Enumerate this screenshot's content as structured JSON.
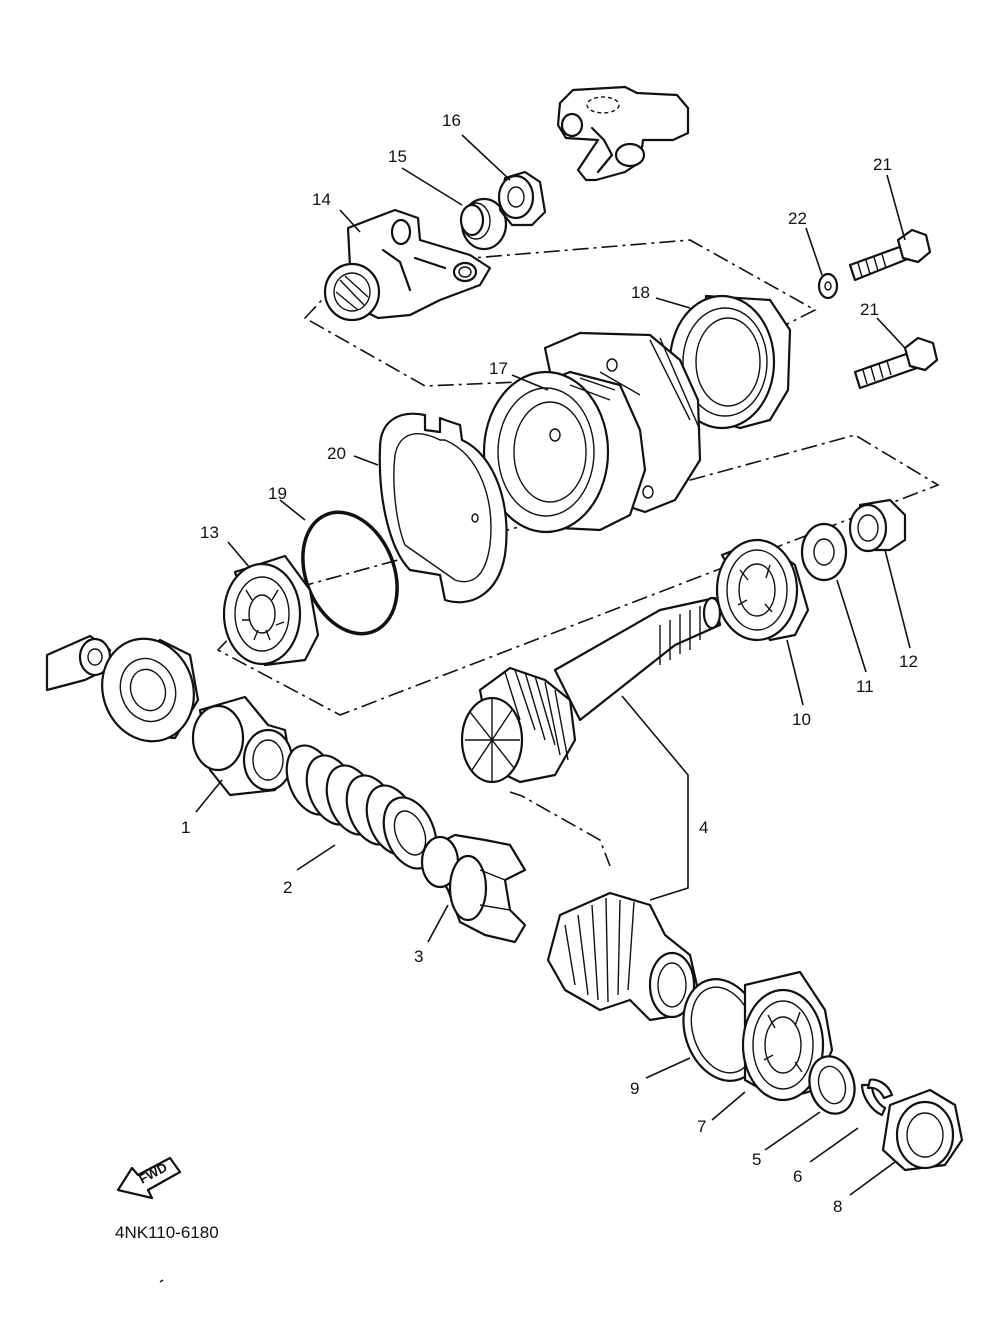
{
  "diagram": {
    "part_code": "4NK110-6180",
    "fwd_label": "FWD",
    "callouts": [
      {
        "id": "c1",
        "label": "1"
      },
      {
        "id": "c2",
        "label": "2"
      },
      {
        "id": "c3",
        "label": "3"
      },
      {
        "id": "c4",
        "label": "4"
      },
      {
        "id": "c5",
        "label": "5"
      },
      {
        "id": "c6",
        "label": "6"
      },
      {
        "id": "c7",
        "label": "7"
      },
      {
        "id": "c8",
        "label": "8"
      },
      {
        "id": "c9",
        "label": "9"
      },
      {
        "id": "c10",
        "label": "10"
      },
      {
        "id": "c11",
        "label": "11"
      },
      {
        "id": "c12",
        "label": "12"
      },
      {
        "id": "c13",
        "label": "13"
      },
      {
        "id": "c14",
        "label": "14"
      },
      {
        "id": "c15",
        "label": "15"
      },
      {
        "id": "c16",
        "label": "16"
      },
      {
        "id": "c17",
        "label": "17"
      },
      {
        "id": "c18",
        "label": "18"
      },
      {
        "id": "c19",
        "label": "19"
      },
      {
        "id": "c20",
        "label": "20"
      },
      {
        "id": "c21a",
        "label": "21"
      },
      {
        "id": "c21b",
        "label": "21"
      },
      {
        "id": "c22",
        "label": "22"
      }
    ]
  }
}
